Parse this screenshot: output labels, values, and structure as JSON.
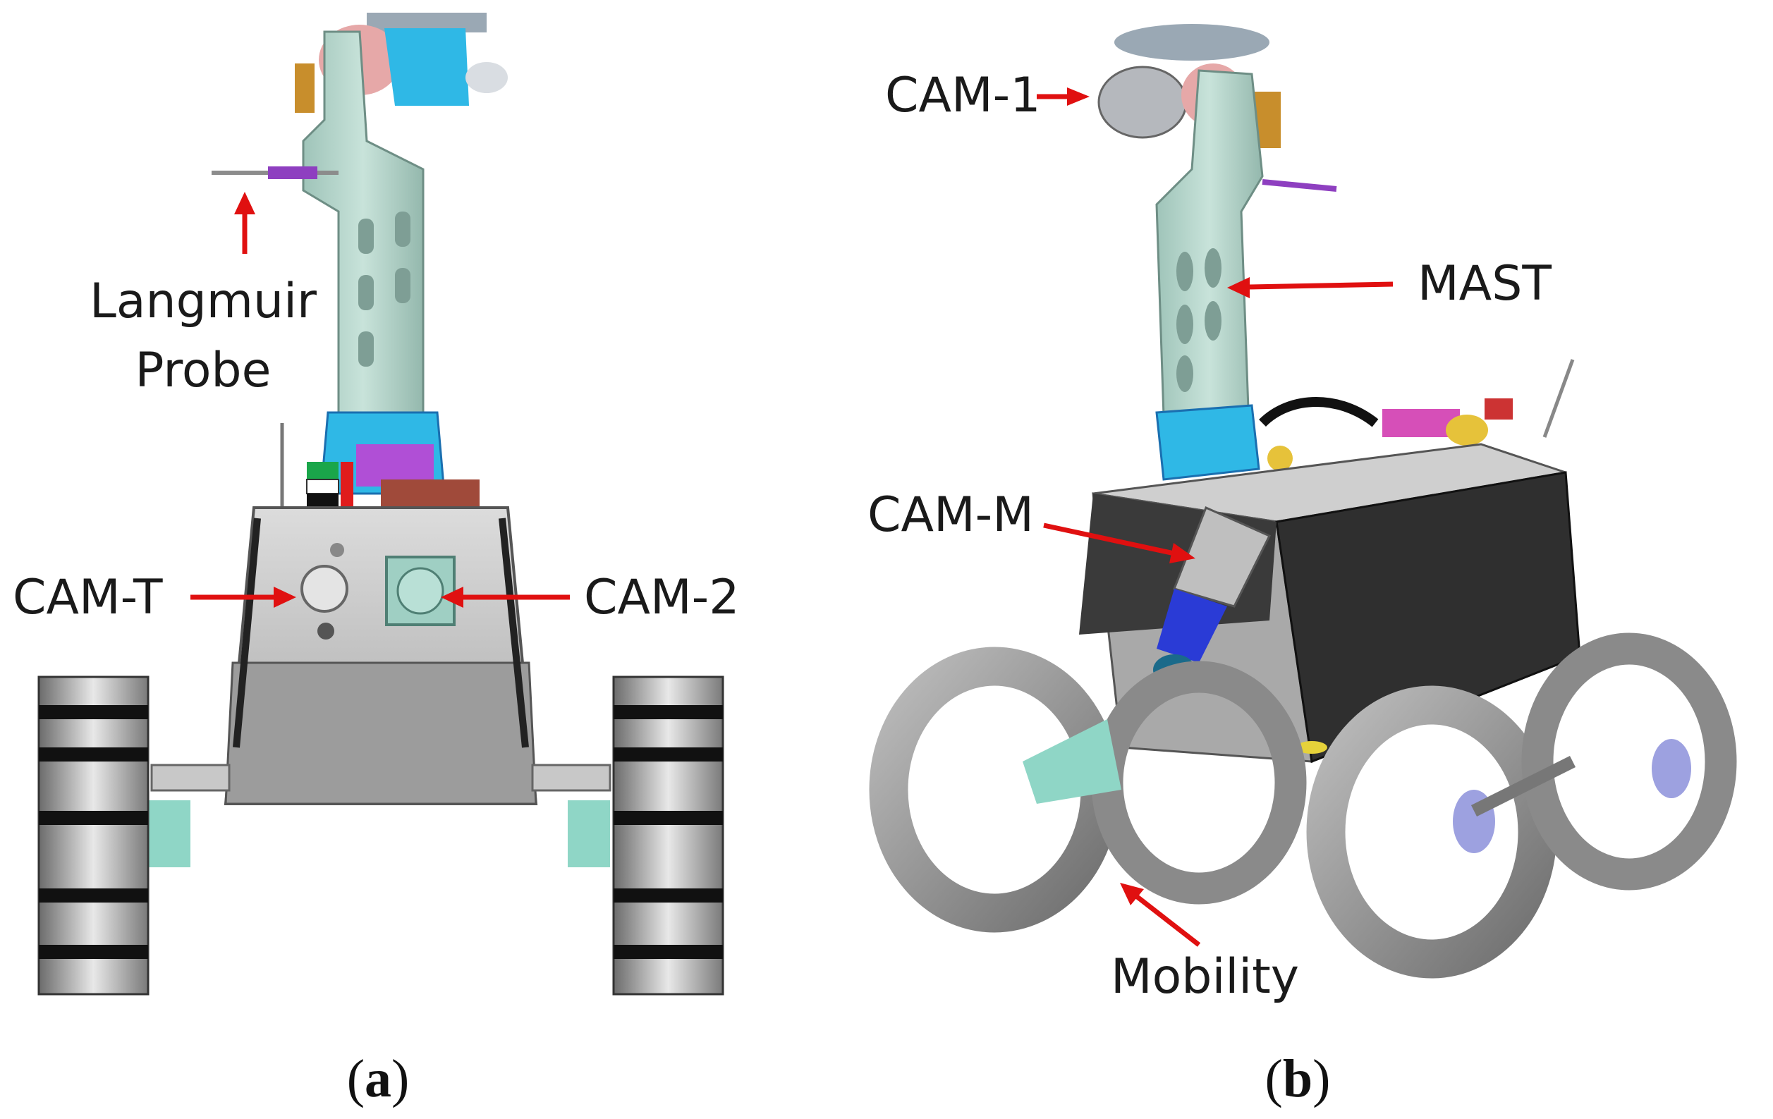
{
  "panel_a": {
    "labels": {
      "probe_line1": "Langmuir",
      "probe_line2": "Probe",
      "cam_t": "CAM-T",
      "cam_2": "CAM-2"
    },
    "caption": {
      "open": "(",
      "letter": "a",
      "close": ")"
    }
  },
  "panel_b": {
    "labels": {
      "cam_1": "CAM-1",
      "mast": "MAST",
      "cam_m": "CAM-M",
      "mobility": "Mobility"
    },
    "caption": {
      "open": "(",
      "letter": "b",
      "close": ")"
    }
  },
  "colors": {
    "arrow": "#e01010",
    "mast": "#b9d8cf",
    "gimbal": "#2fb8e6",
    "body_light": "#c9c9c9",
    "body_dark": "#2f2f2f",
    "wheel": "#9a9a9a"
  }
}
